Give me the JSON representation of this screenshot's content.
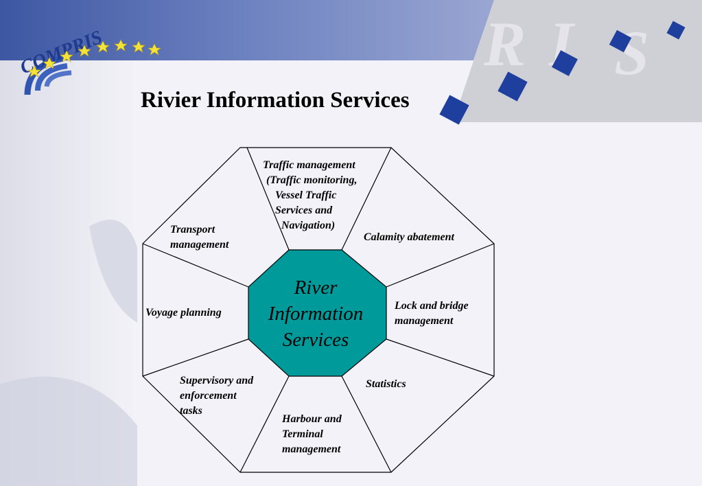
{
  "slide": {
    "title": "Rivier Information Services"
  },
  "logo": {
    "compris_text": "COMPRIS",
    "ris_text": "R.I.S"
  },
  "diagram": {
    "center_lines": [
      "River",
      "Information",
      "Services"
    ],
    "segments": {
      "traffic_management": [
        "Traffic management",
        "(Traffic monitoring,",
        "Vessel Traffic",
        "Services and",
        "Navigation)"
      ],
      "calamity_abatement": [
        "Calamity abatement"
      ],
      "lock_bridge": [
        "Lock and bridge",
        "management"
      ],
      "statistics": [
        "Statistics"
      ],
      "harbour_terminal": [
        "Harbour and",
        "Terminal",
        "management"
      ],
      "supervisory": [
        "Supervisory and",
        "enforcement",
        "tasks"
      ],
      "voyage_planning": [
        "Voyage planning"
      ],
      "transport_management": [
        "Transport",
        "management"
      ]
    }
  },
  "colors": {
    "header_blue": "#5a6fb0",
    "center_fill": "#009a9a",
    "square_blue": "#1f3f9e",
    "panel_grey": "#cfd0d6"
  }
}
